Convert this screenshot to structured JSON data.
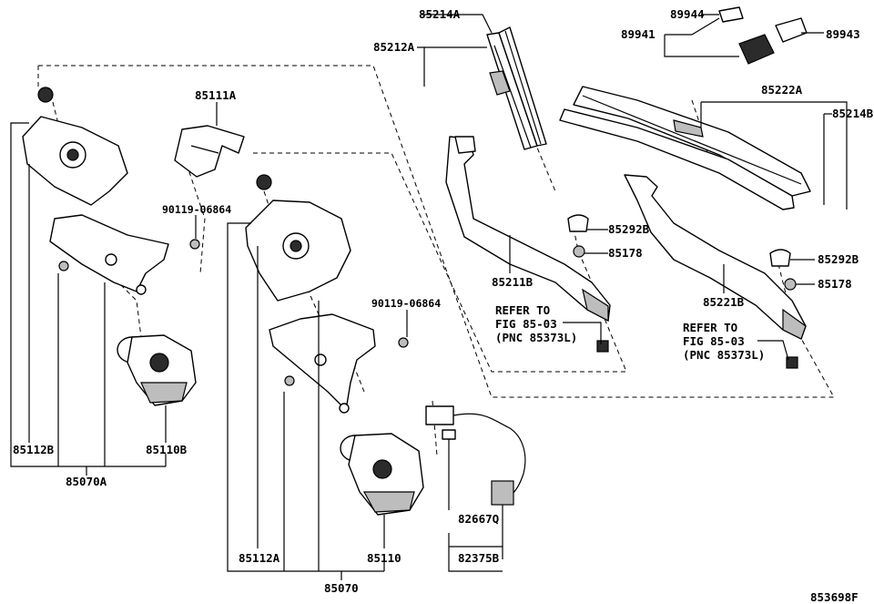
{
  "labels": {
    "p85214A_top": "85214A",
    "p85212A": "85212A",
    "p89944": "89944",
    "p89941": "89941",
    "p89943": "89943",
    "p85222A": "85222A",
    "p85214B": "85214B",
    "p85111A": "85111A",
    "p90119_left": "90119-06864",
    "p90119_mid": "90119-06864",
    "p85292B_a": "85292B",
    "p85178_a": "85178",
    "p85292B_b": "85292B",
    "p85178_b": "85178",
    "p85211B": "85211B",
    "p85221B": "85221B",
    "p85112B": "85112B",
    "p85110B": "85110B",
    "p85070A": "85070A",
    "p82667Q": "82667Q",
    "p85112A": "85112A",
    "p85110": "85110",
    "p82375B": "82375B",
    "p85070": "85070",
    "figure_id": "853698F"
  },
  "refer_left": [
    "REFER TO",
    "FIG 85-03",
    "(PNC 85373L)"
  ],
  "refer_right": [
    "REFER TO",
    "FIG 85-03",
    "(PNC 85373L)"
  ]
}
